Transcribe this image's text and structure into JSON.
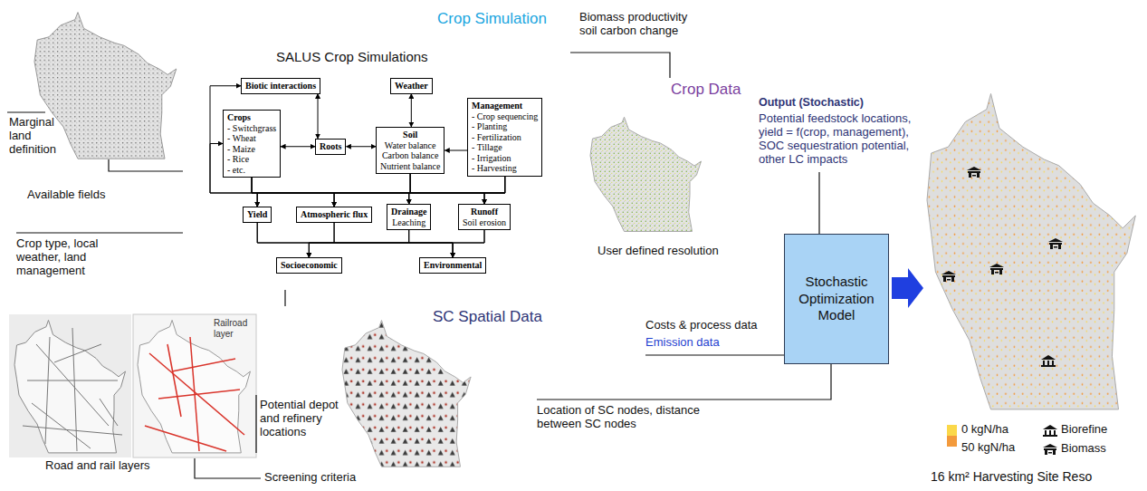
{
  "diagram": {
    "nodes": [
      {
        "text": [
          "Biotic interactions"
        ]
      },
      {
        "text": [
          "Weather"
        ]
      },
      {
        "text": [
          "Crops",
          "- Switchgrass",
          "- Wheat",
          "- Maize",
          "- Rice",
          "- etc."
        ]
      },
      {
        "text": [
          "Roots"
        ]
      },
      {
        "text": [
          "Soil",
          "Water balance",
          "Carbon balance",
          "Nutrient balance"
        ]
      },
      {
        "text": [
          "Management",
          "- Crop sequencing",
          "- Planting",
          "- Fertilization",
          "- Tillage",
          "- Irrigation",
          "- Harvesting"
        ]
      },
      {
        "text": [
          "Yield"
        ]
      },
      {
        "text": [
          "Atmospheric flux"
        ]
      },
      {
        "text": [
          "Drainage",
          "Leaching"
        ]
      },
      {
        "text": [
          "Runoff",
          "Soil erosion"
        ]
      },
      {
        "text": [
          "Socioeconomic"
        ]
      },
      {
        "text": [
          "Environmental"
        ]
      },
      {
        "text": [
          "Stochastic Optimization Model"
        ]
      }
    ],
    "edges": [
      {
        "from": 0,
        "to": 3,
        "arrow": "both"
      },
      {
        "from": 1,
        "to": 4,
        "arrow": "both"
      },
      {
        "from": 2,
        "to": 3,
        "arrow": "both"
      },
      {
        "from": 3,
        "to": 4,
        "arrow": "both"
      },
      {
        "from": 5,
        "to": 4,
        "arrow": "to"
      },
      {
        "from": 2,
        "to": 6,
        "arrow": "to"
      },
      {
        "from": 2,
        "to": 7,
        "arrow": "to"
      },
      {
        "from": 2,
        "to": 8,
        "arrow": "to"
      },
      {
        "from": 2,
        "to": 9,
        "arrow": "to"
      },
      {
        "from": 4,
        "to": 6,
        "arrow": "to"
      },
      {
        "from": 4,
        "to": 7,
        "arrow": "to"
      },
      {
        "from": 4,
        "to": 8,
        "arrow": "to"
      },
      {
        "from": 4,
        "to": 9,
        "arrow": "to"
      },
      {
        "from": 5,
        "to": 6,
        "arrow": "to"
      },
      {
        "from": 5,
        "to": 7,
        "arrow": "to"
      },
      {
        "from": 5,
        "to": 8,
        "arrow": "to"
      },
      {
        "from": 5,
        "to": 9,
        "arrow": "to"
      },
      {
        "from": 5,
        "to": 0,
        "arrow": "to"
      },
      {
        "from": 5,
        "to": 2,
        "arrow": "to"
      },
      {
        "from": 6,
        "to": 10,
        "arrow": "to"
      },
      {
        "from": 6,
        "to": 11,
        "arrow": "to"
      },
      {
        "from": 7,
        "to": 10,
        "arrow": "to"
      },
      {
        "from": 7,
        "to": 11,
        "arrow": "to"
      },
      {
        "from": 8,
        "to": 10,
        "arrow": "to"
      },
      {
        "from": 8,
        "to": 11,
        "arrow": "to"
      },
      {
        "from": 9,
        "to": 10,
        "arrow": "to"
      },
      {
        "from": 9,
        "to": 11,
        "arrow": "to"
      }
    ],
    "labels": [
      "Crop Simulation",
      "Biomass productivity soil carbon change",
      "SALUS Crop Simulations",
      "Marginal land definition",
      "Available fields",
      "Crop type, local weather, land management",
      "Crop Data",
      "Output (Stochastic)",
      "Potential feedstock locations, yield = f(crop, management), SOC sequestration potential, other LC impacts",
      "User defined resolution",
      "Railroad layer",
      "SC Spatial Data",
      "Potential depot and refinery locations",
      "Road and rail layers",
      "Screening criteria",
      "Costs & process data",
      "Emission data",
      "Location of SC nodes, distance between SC nodes",
      "16 km² Harvesting Site Reso"
    ],
    "legend": [
      {
        "text": "0 kgN/ha",
        "color": "#fbd84a"
      },
      {
        "text": "50 kgN/ha",
        "color": "#f39a3c"
      },
      {
        "text": "Biorefine"
      },
      {
        "text": "Biomass"
      }
    ]
  }
}
